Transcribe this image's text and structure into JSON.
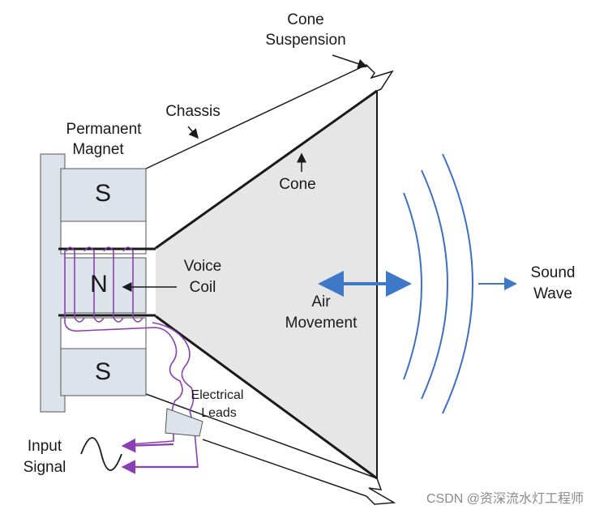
{
  "labels": {
    "cone_suspension_1": "Cone",
    "cone_suspension_2": "Suspension",
    "chassis": "Chassis",
    "permanent_magnet_1": "Permanent",
    "permanent_magnet_2": "Magnet",
    "cone": "Cone",
    "pole_south_top": "S",
    "pole_north": "N",
    "pole_south_bottom": "S",
    "voice_coil_1": "Voice",
    "voice_coil_2": "Coil",
    "air_movement_1": "Air",
    "air_movement_2": "Movement",
    "sound_wave_1": "Sound",
    "sound_wave_2": "Wave",
    "electrical_leads_1": "Electrical",
    "electrical_leads_2": "Leads",
    "input_signal_1": "Input",
    "input_signal_2": "Signal"
  },
  "watermark": "CSDN @资深流水灯工程师",
  "colors": {
    "magnet_fill": "#dde3ea",
    "cone_fill": "#e6e6e6",
    "coil": "#8a3fb5",
    "wave": "#3d6fc4",
    "arrow_blue": "#3d78c9"
  }
}
